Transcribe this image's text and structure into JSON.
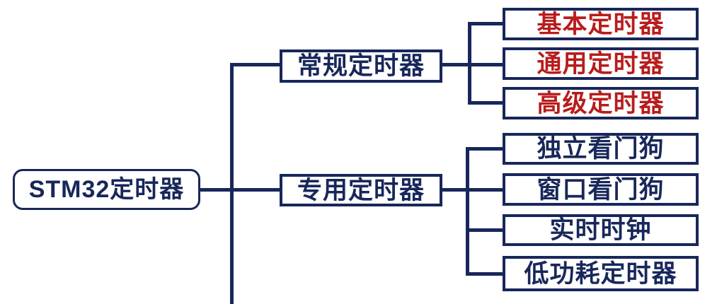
{
  "diagram": {
    "root": {
      "label": "STM32定时器"
    },
    "branches": [
      {
        "label": "常规定时器",
        "children": [
          {
            "label": "基本定时器"
          },
          {
            "label": "通用定时器"
          },
          {
            "label": "高级定时器"
          }
        ]
      },
      {
        "label": "专用定时器",
        "children": [
          {
            "label": "独立看门狗"
          },
          {
            "label": "窗口看门狗"
          },
          {
            "label": "实时时钟"
          },
          {
            "label": "低功耗定时器"
          }
        ]
      }
    ],
    "colors": {
      "line": "#18275a",
      "node_text": "#18275a",
      "regular_child_text": "#b91c1c",
      "background": "#ffffff"
    }
  }
}
